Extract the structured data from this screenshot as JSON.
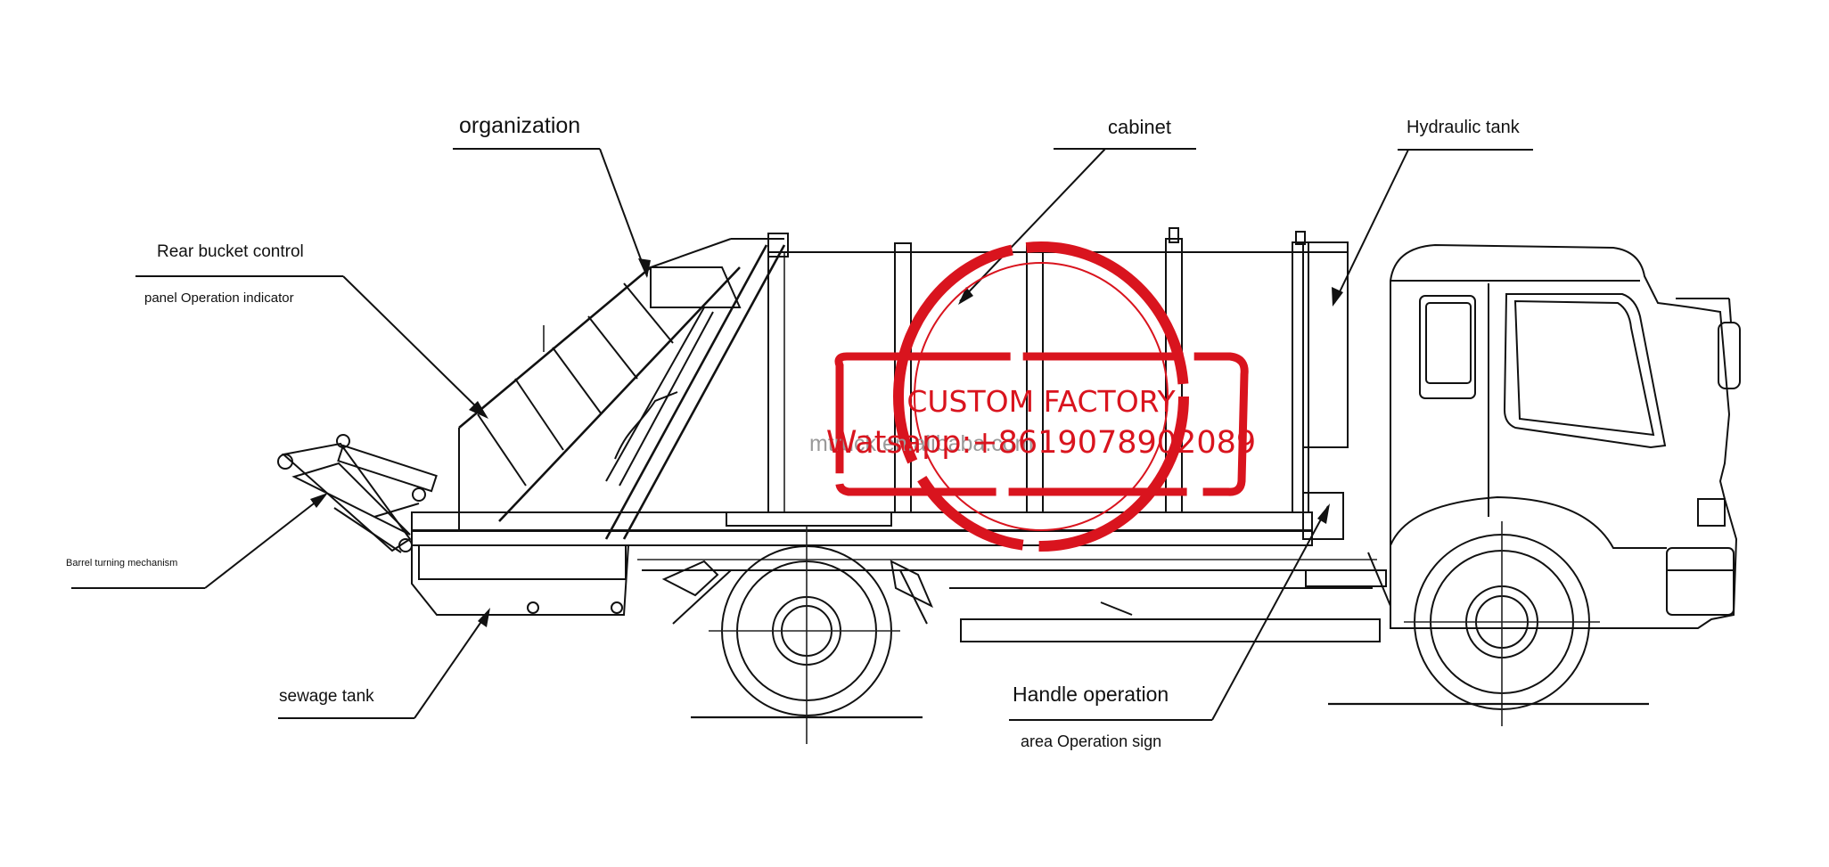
{
  "labels": {
    "organization": "organization",
    "cabinet": "cabinet",
    "hydraulic_tank": "Hydraulic tank",
    "rear_bucket_1": "Rear bucket control",
    "rear_bucket_2": "panel Operation indicator",
    "barrel_turning": "Barrel turning mechanism",
    "sewage_tank": "sewage tank",
    "handle_operation_1": "Handle operation",
    "handle_operation_2": "area Operation sign"
  },
  "stamp": {
    "line1": "CUSTOM FACTORY",
    "line2": "Watsapp:+8619078902089",
    "color": "#d9141e"
  },
  "watermark": {
    "text": "mtruck.en.alibaba.com"
  }
}
